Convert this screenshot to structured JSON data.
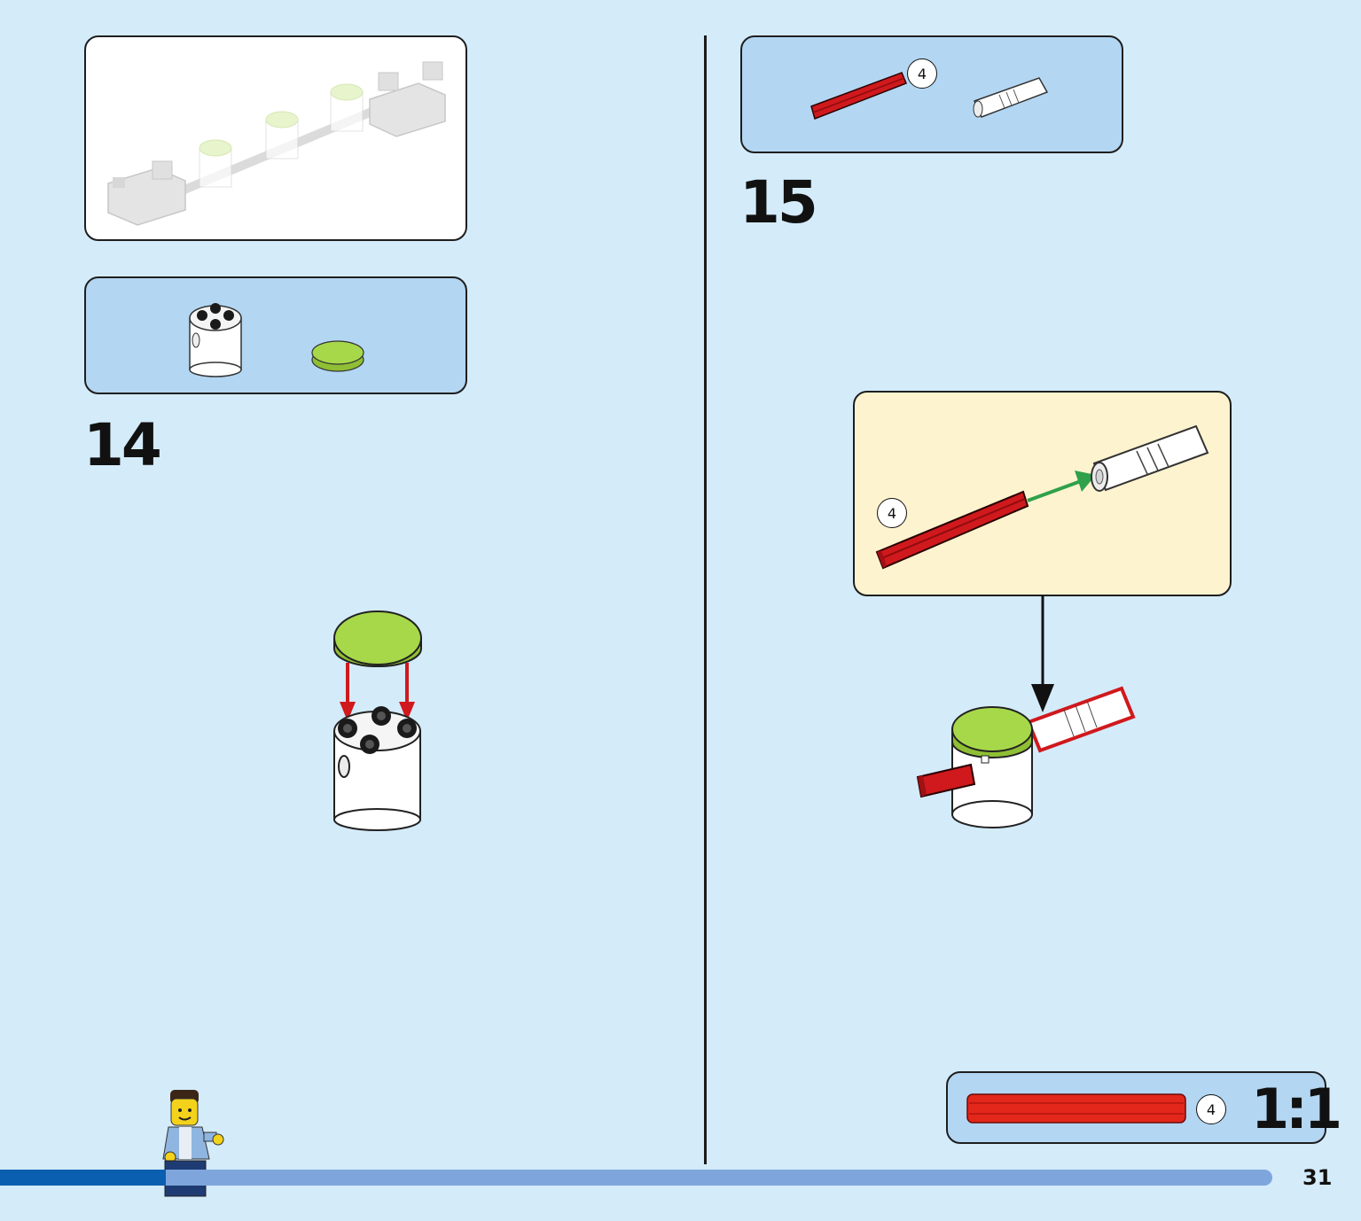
{
  "page": {
    "page_number": "31",
    "colors": {
      "background": "#d4ebfa",
      "parts_panel": "#b3d6f2",
      "callout_panel": "#fdf3cf",
      "progress_done": "#0a5fb0",
      "progress_remaining": "#7ea6dc",
      "lime": "#a7d84a",
      "red": "#d0191d"
    }
  },
  "progress": {
    "fraction": 0.13
  },
  "step14": {
    "number": "14",
    "parts": [
      {
        "icon": "white-round-brick-2x2-icon"
      },
      {
        "icon": "lime-round-tile-2x2-icon"
      }
    ]
  },
  "step15": {
    "number": "15",
    "parts": [
      {
        "icon": "red-axle-4-icon",
        "qty_label": "4"
      },
      {
        "icon": "white-axle-connector-icon"
      }
    ],
    "callout": {
      "axle_label": "4"
    }
  },
  "scale_ref": {
    "label": "4",
    "ratio": "1:1"
  }
}
